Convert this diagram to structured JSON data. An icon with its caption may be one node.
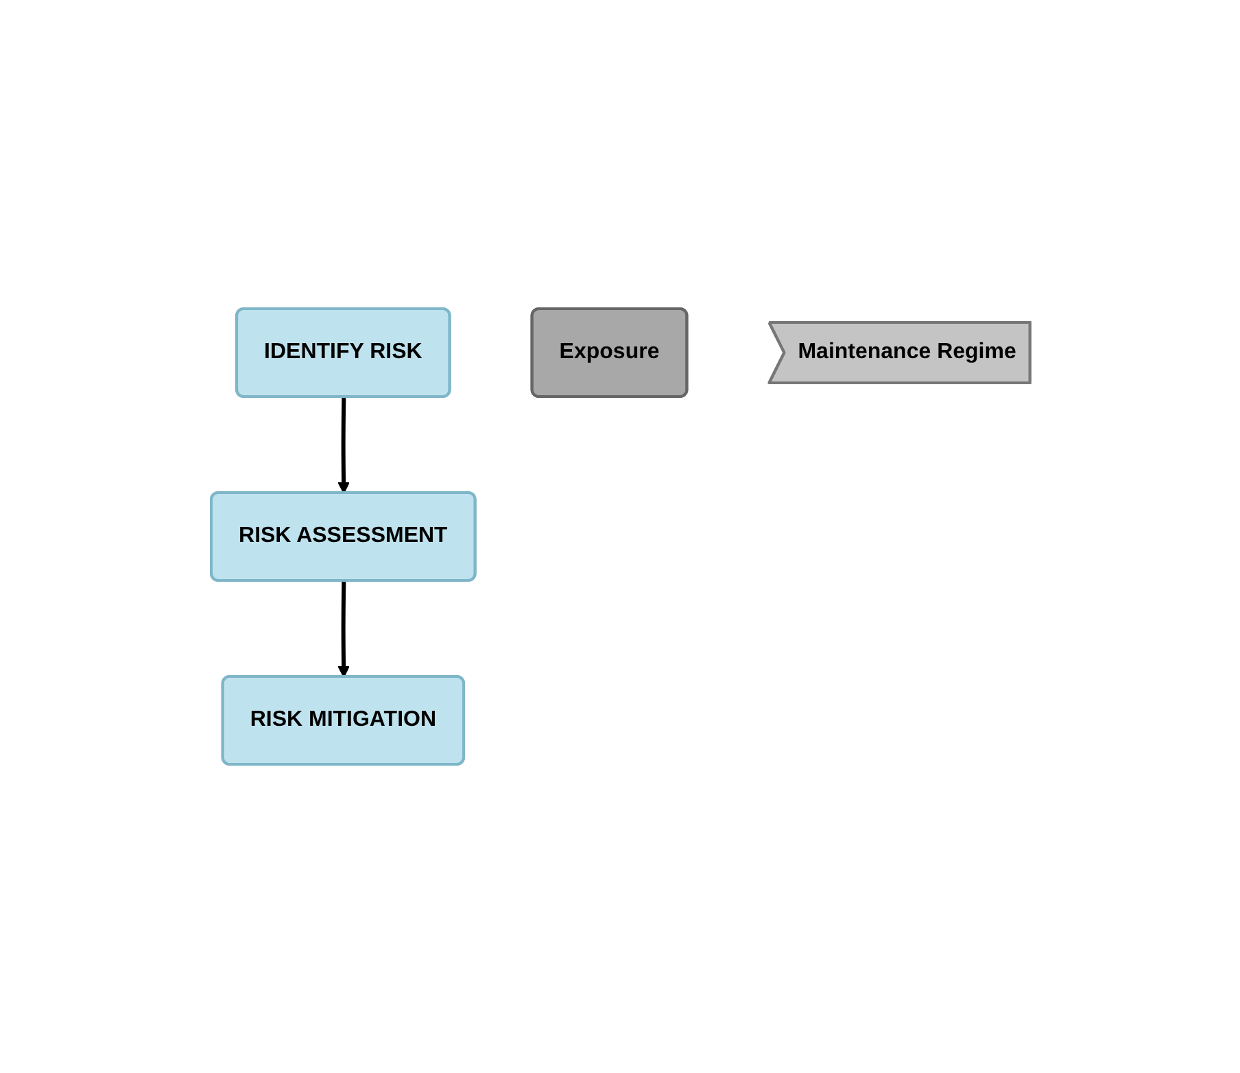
{
  "diagram": {
    "nodes": [
      {
        "text": [
          "IDENTIFY RISK"
        ]
      },
      {
        "text": [
          "RISK ASSESSMENT"
        ]
      },
      {
        "text": [
          "RISK MITIGATION"
        ]
      },
      {
        "text": [
          "Exposure"
        ]
      },
      {
        "text": [
          "Maintenance Regime"
        ]
      }
    ],
    "edges": [
      {
        "from": 0,
        "to": 1,
        "arrow": "to"
      },
      {
        "from": 1,
        "to": 2,
        "arrow": "to"
      }
    ]
  }
}
